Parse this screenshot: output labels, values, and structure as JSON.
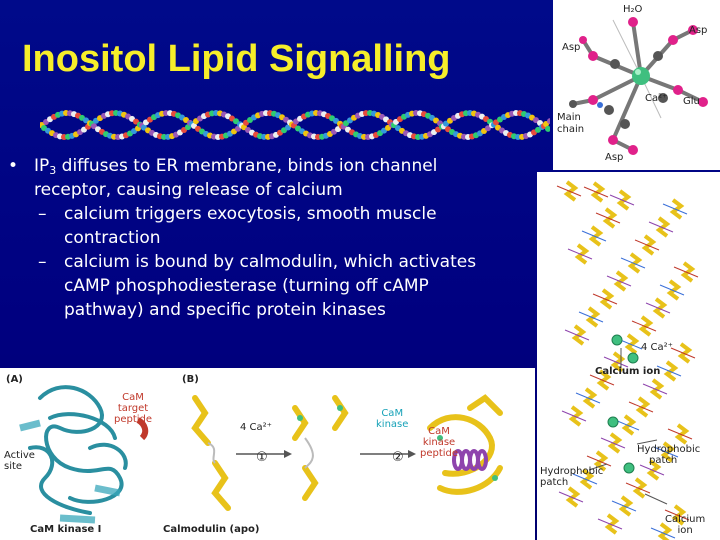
{
  "slide": {
    "title": "Inositol Lipid Signalling",
    "bullet_main": {
      "prefix": "IP",
      "subscript": "3",
      "line1_rest": " diffuses to ER membrane, binds ion channel",
      "line2": "receptor, causing release of calcium"
    },
    "sub_bullets": [
      {
        "lines": [
          "calcium triggers exocytosis, smooth muscle",
          "contraction"
        ]
      },
      {
        "lines": [
          "calcium is bound by calmodulin, which activates",
          "cAMP phosphodiesterase (turning off cAMP",
          "pathway) and specific protein kinases"
        ]
      }
    ]
  },
  "figure_calcium_site": {
    "h2o": "H₂O",
    "asp_left": "Asp",
    "asp_right": "Asp",
    "ca": "Ca²⁺",
    "glu": "Glu",
    "main": "Main",
    "chain": "chain",
    "asp_bottom": "Asp"
  },
  "figure_complex": {
    "ca_count": "4 Ca²⁺",
    "calcium_ion": "Calcium ion",
    "hydrophobic_patch_right": [
      "Hydrophobic",
      "patch"
    ],
    "hydrophobic_patch_left": [
      "Hydrophobic",
      "patch"
    ],
    "calcium_ion_bottom": [
      "Calcium",
      "ion"
    ]
  },
  "figure_bottom": {
    "panel_a": "(A)",
    "panel_b": "(B)",
    "cam_target": [
      "CaM",
      "target",
      "peptide"
    ],
    "active_site": [
      "Active",
      "site"
    ],
    "cam_kinase_i": "CaM kinase I",
    "calmodulin_apo": "Calmodulin (apo)",
    "ca4": "4 Ca²⁺",
    "step1": "①",
    "step2": "②",
    "cam_kinase": [
      "CaM",
      "kinase"
    ],
    "cam_kinase_peptide": [
      "CaM",
      "kinase",
      "peptide"
    ]
  },
  "colors": {
    "background": "#000080",
    "title": "#f6ee2a",
    "text": "#ffffff",
    "teal_label": "#17a2b8",
    "red_label": "#c0392b"
  }
}
